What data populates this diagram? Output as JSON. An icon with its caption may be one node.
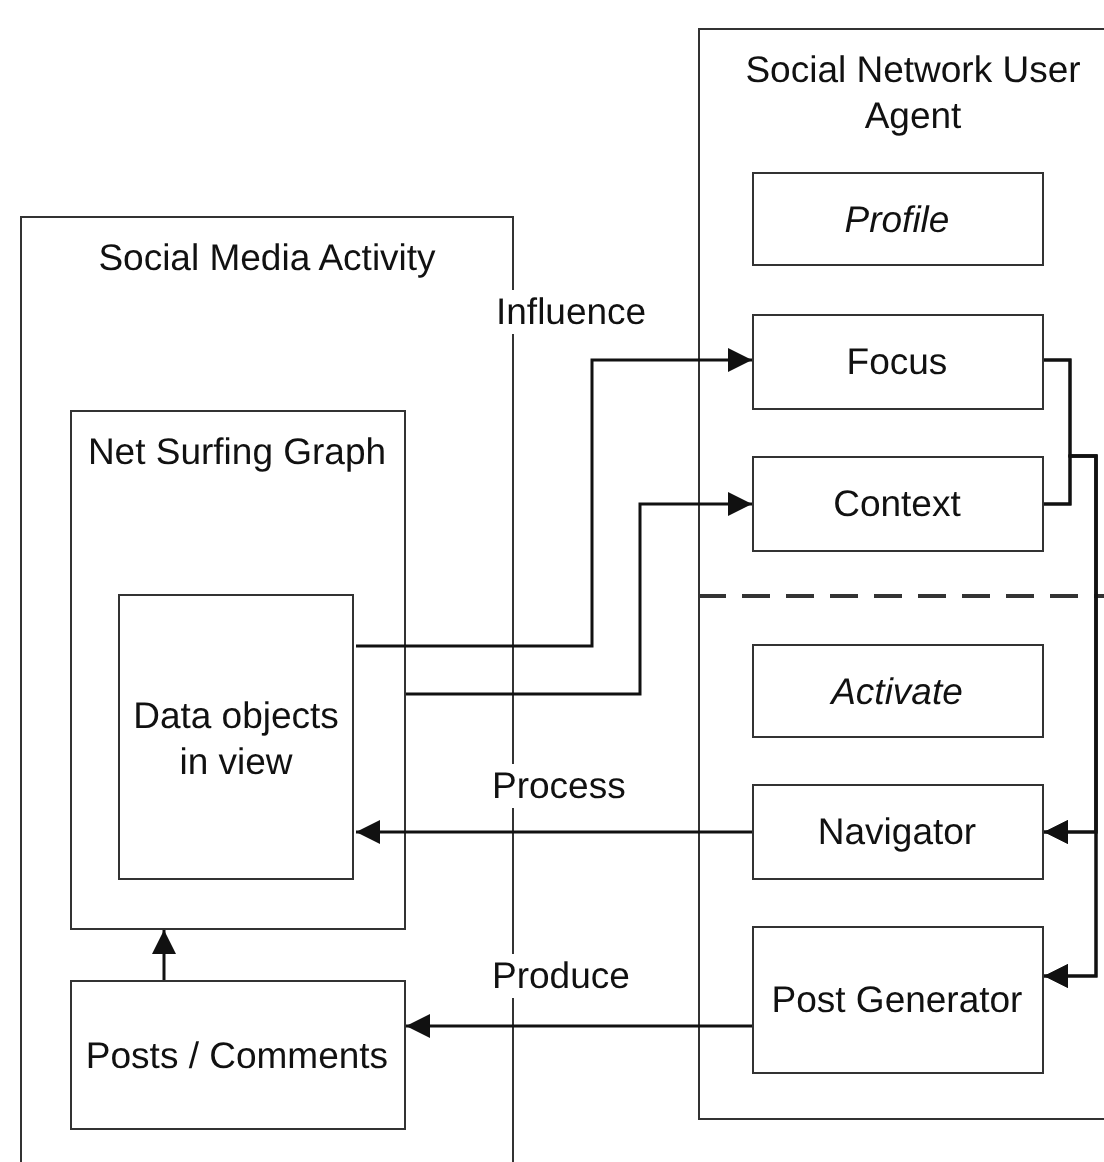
{
  "diagram": {
    "nodes": [
      {
        "text": [
          "Social Media Activity"
        ]
      },
      {
        "text": [
          "Net Surfing Graph"
        ],
        "in": 0
      },
      {
        "text": [
          "Data objects in view"
        ],
        "in": 1
      },
      {
        "text": [
          "Posts / Comments"
        ],
        "in": 0
      },
      {
        "text": [
          "Social Network User Agent"
        ]
      },
      {
        "text": [
          "Profile"
        ],
        "in": 4
      },
      {
        "text": [
          "Focus"
        ],
        "in": 4
      },
      {
        "text": [
          "Context"
        ],
        "in": 4
      },
      {
        "text": [
          "Activate"
        ],
        "in": 4
      },
      {
        "text": [
          "Navigator"
        ],
        "in": 4
      },
      {
        "text": [
          "Post Generator"
        ],
        "in": 4
      }
    ],
    "edges": [
      {
        "from": 2,
        "to": 6,
        "arrow": "to",
        "label": "Influence"
      },
      {
        "from": 1,
        "to": 7,
        "arrow": "to"
      },
      {
        "from": 6,
        "to": 9,
        "arrow": "to"
      },
      {
        "from": 6,
        "to": 10,
        "arrow": "to"
      },
      {
        "from": 7,
        "to": 9,
        "arrow": "to"
      },
      {
        "from": 7,
        "to": 10,
        "arrow": "to"
      },
      {
        "from": 9,
        "to": 2,
        "arrow": "to",
        "label": "Process"
      },
      {
        "from": 10,
        "to": 3,
        "arrow": "to",
        "label": "Produce"
      },
      {
        "from": 3,
        "to": 1,
        "arrow": "to"
      }
    ]
  }
}
